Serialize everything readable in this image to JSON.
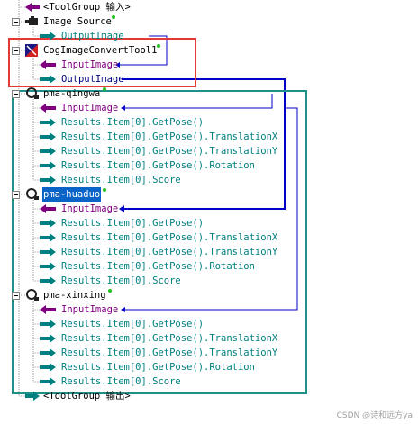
{
  "colors": {
    "accent_red": "#e53935",
    "accent_teal": "#1f8f8a",
    "link_blue": "#0000c8",
    "tree_line": "#a0a0a0",
    "selected_bg": "#0a64c8",
    "status_dot": "#22c422"
  },
  "tree": {
    "toolgroup_input": "<ToolGroup 输入>",
    "image_source": {
      "label": "Image Source",
      "output": "OutputImage"
    },
    "convert": {
      "label": "CogImageConvertTool1",
      "input": "InputImage",
      "output": "OutputImage"
    },
    "pma_qingwa": {
      "label": "pma-qingwa",
      "input": "InputImage",
      "outputs": [
        "Results.Item[0].GetPose()",
        "Results.Item[0].GetPose().TranslationX",
        "Results.Item[0].GetPose().TranslationY",
        "Results.Item[0].GetPose().Rotation",
        "Results.Item[0].Score"
      ]
    },
    "pma_huaduo": {
      "label": "pma-huaduo",
      "input": "InputImage",
      "outputs": [
        "Results.Item[0].GetPose()",
        "Results.Item[0].GetPose().TranslationX",
        "Results.Item[0].GetPose().TranslationY",
        "Results.Item[0].GetPose().Rotation",
        "Results.Item[0].Score"
      ]
    },
    "pma_xinxing": {
      "label": "pma-xinxing",
      "input": "InputImage",
      "outputs": [
        "Results.Item[0].GetPose()",
        "Results.Item[0].GetPose().TranslationX",
        "Results.Item[0].GetPose().TranslationY",
        "Results.Item[0].GetPose().Rotation",
        "Results.Item[0].Score"
      ]
    },
    "toolgroup_output": "<ToolGroup 输出>"
  },
  "watermark": "CSDN @诗和远方ya"
}
